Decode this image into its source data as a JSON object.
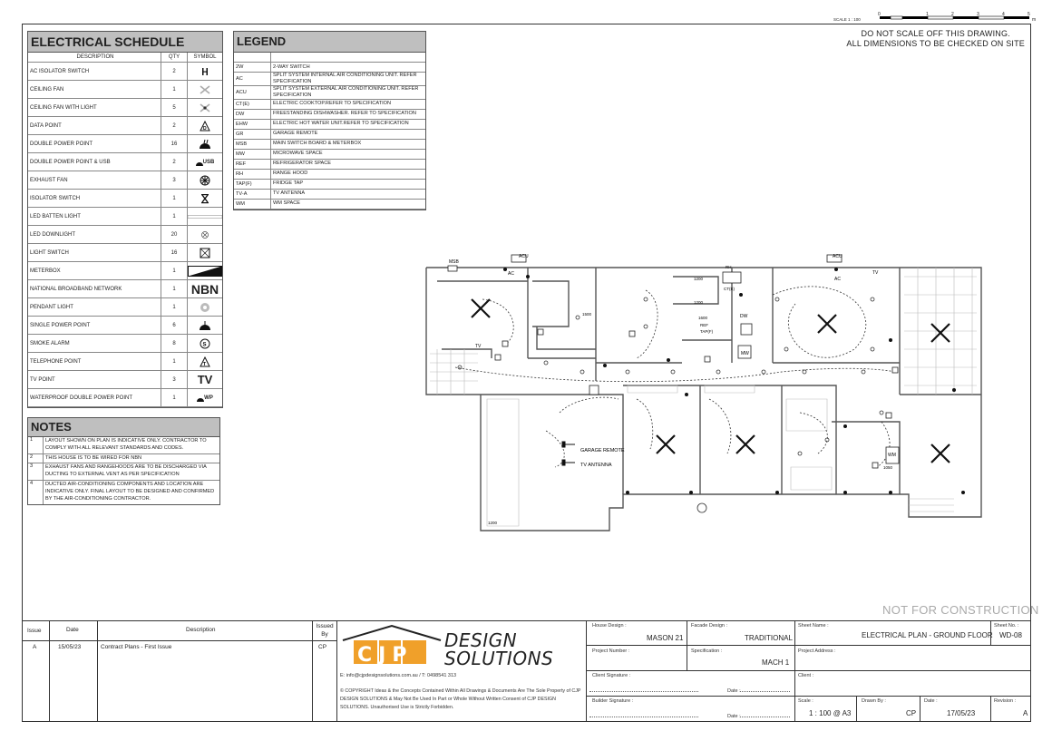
{
  "scale_bar": {
    "label": "SCALE 1 : 100",
    "ticks": [
      "0",
      "1",
      "2",
      "3",
      "4",
      "5"
    ],
    "unit": "m"
  },
  "top_note": {
    "line1": "DO NOT SCALE OFF THIS DRAWING.",
    "line2": "ALL DIMENSIONS TO BE CHECKED ON SITE"
  },
  "schedule": {
    "title": "ELECTRICAL SCHEDULE",
    "headers": {
      "desc": "DESCRIPTION",
      "qty": "QTY",
      "symbol": "SYMBOL"
    },
    "rows": [
      {
        "desc": "AC ISOLATOR SWITCH",
        "qty": "2",
        "symbol": "ac-isolator-icon"
      },
      {
        "desc": "CEILING FAN",
        "qty": "1",
        "symbol": "ceiling-fan-icon"
      },
      {
        "desc": "CEILING FAN WITH LIGHT",
        "qty": "5",
        "symbol": "ceiling-fan-light-icon"
      },
      {
        "desc": "DATA POINT",
        "qty": "2",
        "symbol": "data-point-icon"
      },
      {
        "desc": "DOUBLE POWER POINT",
        "qty": "16",
        "symbol": "double-power-icon"
      },
      {
        "desc": "DOUBLE POWER POINT & USB",
        "qty": "2",
        "symbol": "usb-power-icon",
        "symbol_text": "USB"
      },
      {
        "desc": "EXHAUST FAN",
        "qty": "3",
        "symbol": "exhaust-fan-icon"
      },
      {
        "desc": "ISOLATOR SWITCH",
        "qty": "1",
        "symbol": "isolator-switch-icon"
      },
      {
        "desc": "LED BATTEN LIGHT",
        "qty": "1",
        "symbol": "batten-light-icon"
      },
      {
        "desc": "LED DOWNLIGHT",
        "qty": "20",
        "symbol": "downlight-icon"
      },
      {
        "desc": "LIGHT SWITCH",
        "qty": "16",
        "symbol": "light-switch-icon"
      },
      {
        "desc": "METERBOX",
        "qty": "1",
        "symbol": "meterbox-icon"
      },
      {
        "desc": "NATIONAL BROADBAND NETWORK",
        "qty": "1",
        "symbol": "nbn-icon",
        "symbol_text": "NBN"
      },
      {
        "desc": "PENDANT LIGHT",
        "qty": "1",
        "symbol": "pendant-light-icon"
      },
      {
        "desc": "SINGLE POWER POINT",
        "qty": "6",
        "symbol": "single-power-icon"
      },
      {
        "desc": "SMOKE ALARM",
        "qty": "8",
        "symbol": "smoke-alarm-icon"
      },
      {
        "desc": "TELEPHONE POINT",
        "qty": "1",
        "symbol": "telephone-point-icon"
      },
      {
        "desc": "TV POINT",
        "qty": "3",
        "symbol": "tv-point-icon",
        "symbol_text": "TV"
      },
      {
        "desc": "WATERPROOF DOUBLE POWER POINT",
        "qty": "1",
        "symbol": "waterproof-power-icon",
        "symbol_text": "WP"
      }
    ]
  },
  "legend": {
    "title": "LEGEND",
    "rows": [
      {
        "code": "2W",
        "desc": "2-WAY SWITCH"
      },
      {
        "code": "AC",
        "desc": "SPLIT SYSTEM INTERNAL AIR CONDITIONING UNIT. REFER SPECIFICATION"
      },
      {
        "code": "ACU",
        "desc": "SPLIT SYSTEM EXTERNAL AIR CONDITIONING UNIT. REFER SPECIFICATION"
      },
      {
        "code": "CT(E)",
        "desc": "ELECTRIC COOKTOP.REFER TO SPECIFICATION"
      },
      {
        "code": "DW",
        "desc": "FREESTANDING DISHWASHER. REFER TO SPECIFICATION"
      },
      {
        "code": "EHW",
        "desc": "ELECTRIC HOT WATER UNIT.REFER TO SPECIFICATION"
      },
      {
        "code": "GR",
        "desc": "GARAGE REMOTE"
      },
      {
        "code": "MSB",
        "desc": "MAIN SWITCH BOARD & METERBOX"
      },
      {
        "code": "MW",
        "desc": "MICROWAVE SPACE"
      },
      {
        "code": "REF",
        "desc": "REFRIGERATOR SPACE"
      },
      {
        "code": "RH",
        "desc": "RANGE HOOD"
      },
      {
        "code": "TAP(F)",
        "desc": "FRIDGE TAP"
      },
      {
        "code": "TV-A",
        "desc": "TV ANTENNA"
      },
      {
        "code": "WM",
        "desc": "WM SPACE"
      }
    ]
  },
  "notes": {
    "title": "NOTES",
    "rows": [
      {
        "num": "1",
        "text": "LAYOUT SHOWN ON PLAN IS INDICATIVE ONLY. CONTRACTOR TO COMPLY WITH ALL RELEVANT STANDARDS AND CODES."
      },
      {
        "num": "2",
        "text": "THIS HOUSE IS TO BE WIRED FOR NBN"
      },
      {
        "num": "3",
        "text": "EXHAUST FANS AND RANGEHOODS ARE TO BE DISCHARGED VIA DUCTING TO EXTERNAL VENT AS PER SPECIFICATION"
      },
      {
        "num": "4",
        "text": "DUCTED AIR-CONDITIONING COMPONENTS AND LOCATION ARE INDICATIVE ONLY. FINAL LAYOUT TO BE DESIGNED AND CONFIRMED BY THE AIR-CONDITIONING CONTRACTOR."
      }
    ]
  },
  "plan_labels": {
    "msb": "MSB",
    "acu_left": "ACU",
    "acu_right": "ACU",
    "ac_left": "AC",
    "ac_right": "AC",
    "tv1": "TV",
    "tv2": "TV",
    "garage_remote": "GARAGE REMOTE",
    "tv_antenna": "TV ANTENNA",
    "dw": "DW",
    "mw": "MW",
    "ct": "CT(E)",
    "rh": "RH",
    "ref": "REF",
    "tap": "TAP(F)",
    "wm": "WM",
    "dim_1200_a": "1200",
    "dim_1200_b": "1200",
    "dim_1200_c": "1200",
    "dim_1600": "1600",
    "dim_1050": "1050",
    "dim_1500": "1500"
  },
  "not_for_construction": "NOT FOR CONSTRUCTION",
  "title_block": {
    "issue_header": "Issue",
    "date_header": "Date",
    "description_header": "Description",
    "issued_by_header": "Issued By",
    "issues": [
      {
        "issue": "A",
        "date": "15/05/23",
        "description": "Contract Plans - First Issue",
        "by": "CP"
      }
    ],
    "logo_letters": "CJP",
    "logo_line1": "DESIGN",
    "logo_line2": "SOLUTIONS",
    "contact": "E: info@cjpdesignsolutions.com.au / T: 0498541 313",
    "copyright": "© COPYRIGHT Ideas & the Concepts Contained Within All Drawings & Documents Are The Sole Property of CJP DESIGN SOLUTIONS & May Not Be Used In Part or Whole Without Written Consent of CJP DESIGN SOLUTIONS. Unauthorised Use is Strictly Forbidden.",
    "house_design_label": "House Design :",
    "house_design": "MASON 21",
    "facade_design_label": "Facade Design :",
    "facade_design": "TRADITIONAL",
    "project_number_label": "Project Number :",
    "specification_label": "Specification :",
    "specification": "MACH 1",
    "client_signature_label": "Client Signature :",
    "builder_signature_label": "Builder Signature :",
    "date_label": "Date :",
    "sheet_name_label": "Sheet Name :",
    "sheet_name": "ELECTRICAL PLAN - GROUND FLOOR",
    "sheet_no_label": "Sheet No. :",
    "sheet_no": "WD-08",
    "project_address_label": "Project Address :",
    "client_label": "Client :",
    "scale_label": "Scale :",
    "scale": "1 : 100 @ A3",
    "drawn_by_label": "Drawn By :",
    "drawn_by": "CP",
    "date2_label": "Date :",
    "date2": "17/05/23",
    "revision_label": "Revision :",
    "revision": "A"
  }
}
